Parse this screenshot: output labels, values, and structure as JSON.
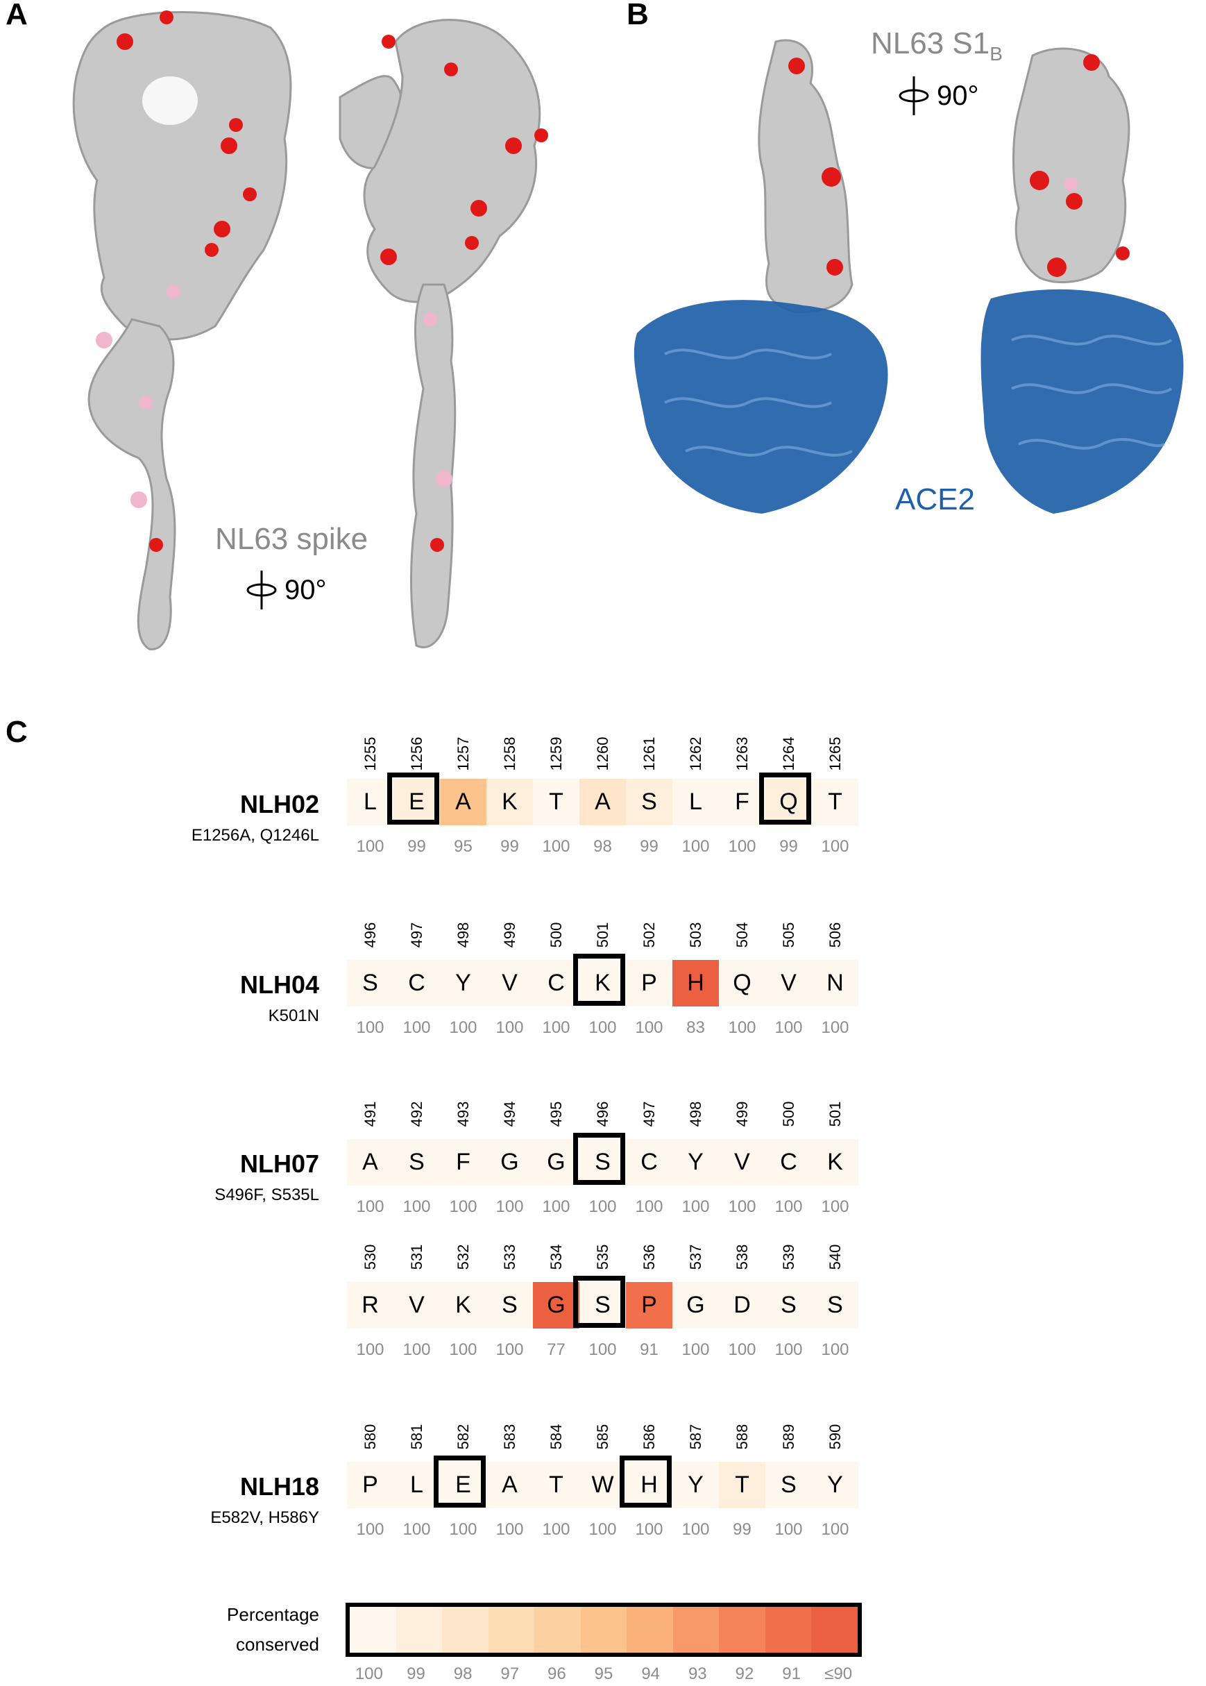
{
  "panels": {
    "a_letter": "A",
    "b_letter": "B",
    "c_letter": "C"
  },
  "panel_a": {
    "structure_label": "NL63 spike",
    "rotation": "90°"
  },
  "panel_b": {
    "structure_label_main": "NL63 S1",
    "structure_label_sub": "B",
    "rotation": "90°",
    "receptor_label": "ACE2"
  },
  "colors": {
    "surface_grey": "#c8c8c8",
    "hotspot_red": "#e01818",
    "hotspot_pink": "#f0b6cc",
    "ace2_blue": "#1f5fa8",
    "box_black": "#000000"
  },
  "panel_c": {
    "groups": [
      {
        "name": "NLH02",
        "mutations": "E1256A, Q1246L",
        "rows": [
          {
            "positions": [
              "1255",
              "1256",
              "1257",
              "1258",
              "1259",
              "1260",
              "1261",
              "1262",
              "1263",
              "1264",
              "1265"
            ],
            "residues": [
              "L",
              "E",
              "A",
              "K",
              "T",
              "A",
              "S",
              "L",
              "F",
              "Q",
              "T"
            ],
            "conservation": [
              "100",
              "99",
              "95",
              "99",
              "100",
              "98",
              "99",
              "100",
              "100",
              "99",
              "100"
            ],
            "boxed": [
              false,
              true,
              false,
              false,
              false,
              false,
              false,
              false,
              false,
              true,
              false
            ]
          }
        ]
      },
      {
        "name": "NLH04",
        "mutations": "K501N",
        "rows": [
          {
            "positions": [
              "496",
              "497",
              "498",
              "499",
              "500",
              "501",
              "502",
              "503",
              "504",
              "505",
              "506"
            ],
            "residues": [
              "S",
              "C",
              "Y",
              "V",
              "C",
              "K",
              "P",
              "H",
              "Q",
              "V",
              "N"
            ],
            "conservation": [
              "100",
              "100",
              "100",
              "100",
              "100",
              "100",
              "100",
              "83",
              "100",
              "100",
              "100"
            ],
            "boxed": [
              false,
              false,
              false,
              false,
              false,
              true,
              false,
              false,
              false,
              false,
              false
            ]
          }
        ]
      },
      {
        "name": "NLH07",
        "mutations": "S496F, S535L",
        "rows": [
          {
            "positions": [
              "491",
              "492",
              "493",
              "494",
              "495",
              "496",
              "497",
              "498",
              "499",
              "500",
              "501"
            ],
            "residues": [
              "A",
              "S",
              "F",
              "G",
              "G",
              "S",
              "C",
              "Y",
              "V",
              "C",
              "K"
            ],
            "conservation": [
              "100",
              "100",
              "100",
              "100",
              "100",
              "100",
              "100",
              "100",
              "100",
              "100",
              "100"
            ],
            "boxed": [
              false,
              false,
              false,
              false,
              false,
              true,
              false,
              false,
              false,
              false,
              false
            ]
          },
          {
            "positions": [
              "530",
              "531",
              "532",
              "533",
              "534",
              "535",
              "536",
              "537",
              "538",
              "539",
              "540"
            ],
            "residues": [
              "R",
              "V",
              "K",
              "S",
              "G",
              "S",
              "P",
              "G",
              "D",
              "S",
              "S"
            ],
            "conservation": [
              "100",
              "100",
              "100",
              "100",
              "77",
              "100",
              "91",
              "100",
              "100",
              "100",
              "100"
            ],
            "boxed": [
              false,
              false,
              false,
              false,
              false,
              true,
              false,
              false,
              false,
              false,
              false
            ]
          }
        ]
      },
      {
        "name": "NLH18",
        "mutations": "E582V, H586Y",
        "rows": [
          {
            "positions": [
              "580",
              "581",
              "582",
              "583",
              "584",
              "585",
              "586",
              "587",
              "588",
              "589",
              "590"
            ],
            "residues": [
              "P",
              "L",
              "E",
              "A",
              "T",
              "W",
              "H",
              "Y",
              "T",
              "S",
              "Y"
            ],
            "conservation": [
              "100",
              "100",
              "100",
              "100",
              "100",
              "100",
              "100",
              "100",
              "99",
              "100",
              "100"
            ],
            "boxed": [
              false,
              false,
              true,
              false,
              false,
              false,
              true,
              false,
              false,
              false,
              false
            ]
          }
        ]
      }
    ],
    "legend": {
      "title_line1": "Percentage",
      "title_line2": "conserved",
      "ticks": [
        "100",
        "99",
        "98",
        "97",
        "96",
        "95",
        "94",
        "93",
        "92",
        "91",
        "≤90"
      ],
      "colors": [
        "#fef7ed",
        "#feefdc",
        "#fde6c9",
        "#fddcb4",
        "#fcd0a0",
        "#fcc48c",
        "#fbb17a",
        "#f89a68",
        "#f58358",
        "#f1704b",
        "#ec6042"
      ]
    }
  }
}
